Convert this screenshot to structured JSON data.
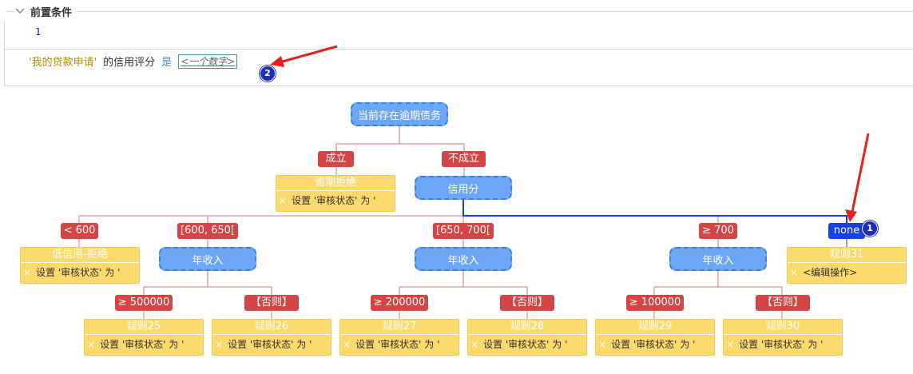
{
  "precondition": {
    "title": "前置条件",
    "line_number": "1",
    "condition": {
      "object": "'我的贷款申请'",
      "attribute": "的信用评分",
      "operator": "是",
      "value_placeholder": "<一个数字>"
    }
  },
  "tree": {
    "root": "当前存在逾期债务",
    "branch_true": "成立",
    "branch_false": "不成立",
    "overdue_action": {
      "title": "逾期拒绝",
      "text": "设置 '审核状态' 为 '"
    },
    "credit_node": "信用分",
    "credit_branches": [
      "< 600",
      "[600, 650[",
      "[650, 700[",
      "≥ 700",
      "none"
    ],
    "low_credit_action": {
      "title": "低信用-拒绝",
      "text": "设置 '审核状态' 为 '"
    },
    "income_node": "年收入",
    "income_groups": [
      {
        "high": "≥ 500000",
        "else": "【否则】",
        "rule_high": "规则25",
        "rule_else": "规则26"
      },
      {
        "high": "≥ 200000",
        "else": "【否则】",
        "rule_high": "规则27",
        "rule_else": "规则28"
      },
      {
        "high": "≥ 100000",
        "else": "【否则】",
        "rule_high": "规则29",
        "rule_else": "规则30"
      }
    ],
    "rule_action_text": "设置 '审核状态' 为 '",
    "none_action": {
      "title": "规则31",
      "text": "<编辑操作>"
    },
    "close_symbol": "×"
  },
  "markers": [
    "1",
    "2"
  ],
  "colors": {
    "decision_node": "#6ca6f7",
    "branch_label": "#d64545",
    "active_branch": "#1840e8",
    "action_box": "#fbd96c",
    "tree_line": "#e07070",
    "annotation_arrow": "#e8201c"
  }
}
